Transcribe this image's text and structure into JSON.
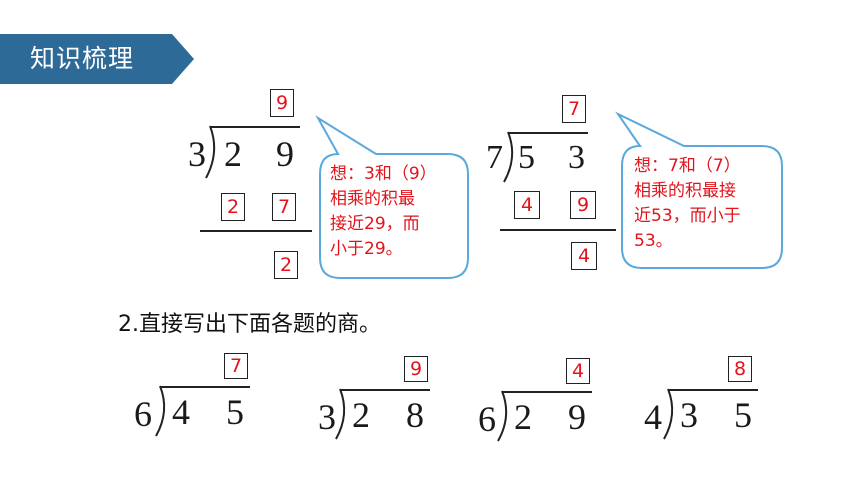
{
  "header": {
    "title": "知识梳理",
    "color": "#2e6a97"
  },
  "example1": {
    "divisor": "3",
    "dividend_tens": "2",
    "dividend_ones": "9",
    "quotient": "9",
    "product_tens": "2",
    "product_ones": "7",
    "remainder": "2",
    "bubble_lines": [
      "想：3和（9）",
      "相乘的积最",
      "接近29，而",
      "小于29。"
    ]
  },
  "example2": {
    "divisor": "7",
    "dividend_tens": "5",
    "dividend_ones": "3",
    "quotient": "7",
    "product_tens": "4",
    "product_ones": "9",
    "remainder": "4",
    "bubble_lines": [
      "想：7和（7）",
      "相乘的积最接",
      "近53，而小于",
      "53。"
    ]
  },
  "question2": {
    "label": "2.直接写出下面各题的商。",
    "problems": [
      {
        "divisor": "6",
        "tens": "4",
        "ones": "5",
        "quotient": "7"
      },
      {
        "divisor": "3",
        "tens": "2",
        "ones": "8",
        "quotient": "9"
      },
      {
        "divisor": "6",
        "tens": "2",
        "ones": "9",
        "quotient": "4"
      },
      {
        "divisor": "4",
        "tens": "3",
        "ones": "5",
        "quotient": "8"
      }
    ]
  },
  "colors": {
    "answer": "#e3131b",
    "bubble_border": "#5aa8dc",
    "text": "#1a1a1a"
  }
}
